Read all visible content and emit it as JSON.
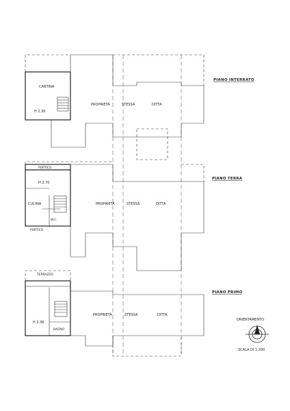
{
  "floors": [
    {
      "title": "PIANO INTERRATO",
      "rooms": [
        {
          "label": "CANTINA"
        },
        {
          "label": "H 2.30"
        },
        {
          "label": "PROPRIETÀ"
        },
        {
          "label": "STESSA"
        },
        {
          "label": "DITTA"
        }
      ]
    },
    {
      "title": "PIANO TERRA",
      "rooms": [
        {
          "label": "PORTICO"
        },
        {
          "label": "H 2.70"
        },
        {
          "label": "CUCINA"
        },
        {
          "label": "PORTICO"
        },
        {
          "label": "PROPRIETÀ"
        },
        {
          "label": "STESSA"
        },
        {
          "label": "DITTA"
        },
        {
          "label": "W.C."
        }
      ]
    },
    {
      "title": "PIANO PRIMO",
      "rooms": [
        {
          "label": "TERRAZZO"
        },
        {
          "label": "H 2.36"
        },
        {
          "label": "BAGNO"
        },
        {
          "label": "PROPRIETÀ"
        },
        {
          "label": "STESSA"
        },
        {
          "label": "DITTA"
        }
      ]
    }
  ],
  "legend": {
    "orientation_label": "ORIENTAMENTO",
    "scale_label": "SCALA DI 1:200",
    "compass_icon": "north-arrow-icon"
  }
}
